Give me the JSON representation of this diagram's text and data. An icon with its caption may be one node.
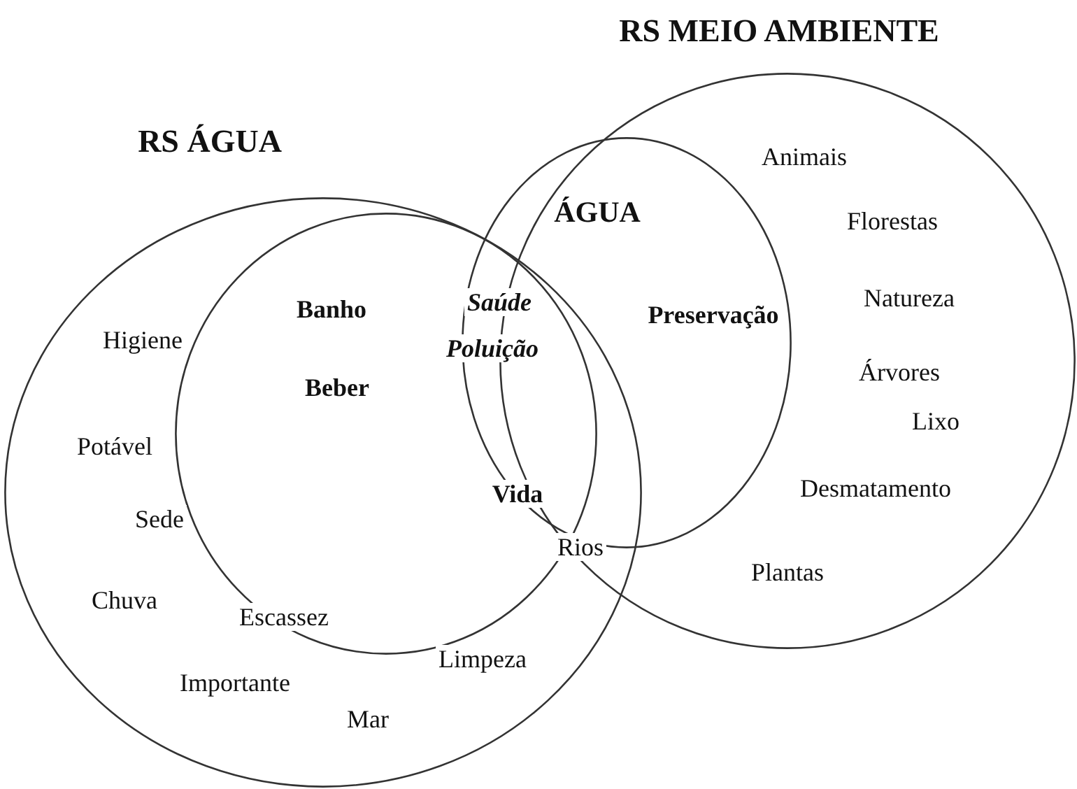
{
  "diagram": {
    "nodes": [
      {
        "text": [
          "RS ÁGUA"
        ]
      },
      {
        "text": [
          "RS MEIO AMBIENTE"
        ]
      },
      {
        "text": [],
        "shape": "circle",
        "in": 0
      },
      {
        "text": [
          "ÁGUA"
        ]
      }
    ],
    "labels": [
      "Animais",
      "Florestas",
      "Banho",
      "Saúde",
      "Poluição",
      "Preservação",
      "Natureza",
      "Higiene",
      "Beber",
      "Árvores",
      "Lixo",
      "Potável",
      "Desmatamento",
      "Vida",
      "Sede",
      "Rios",
      "Plantas",
      "Chuva",
      "Escassez",
      "Limpeza",
      "Importante",
      "Mar"
    ]
  }
}
